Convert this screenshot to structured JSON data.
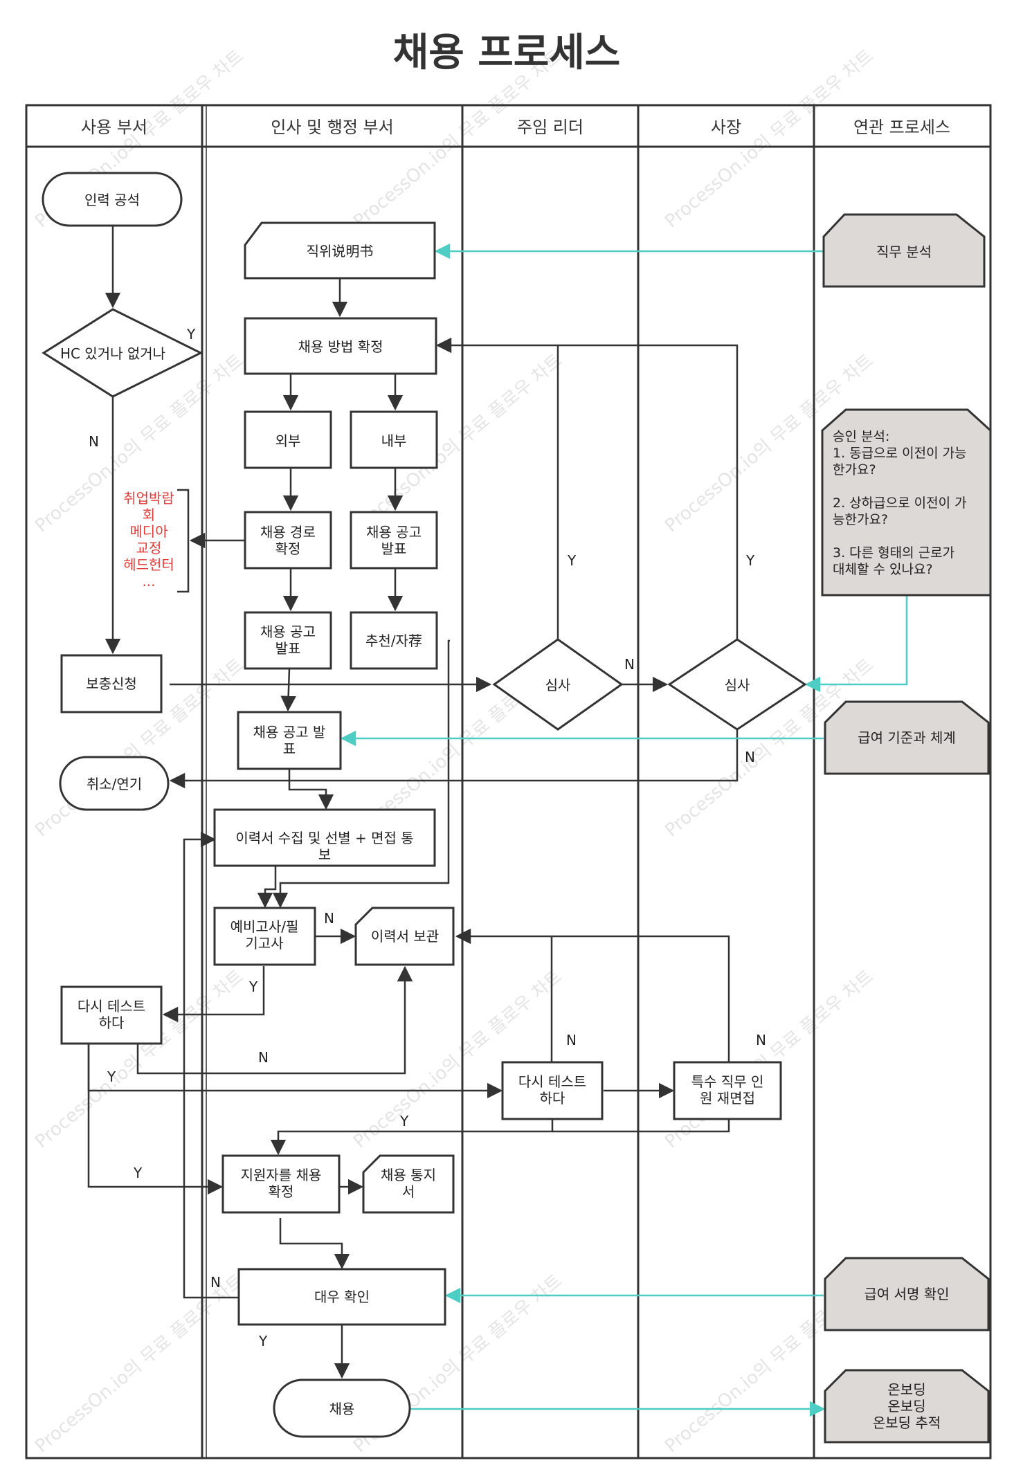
{
  "title": "채용 프로세스",
  "lanes": [
    "사용 부서",
    "인사 및 행정 부서",
    "주임 리더",
    "사장",
    "연관 프로세스"
  ],
  "nodes": {
    "start": "인력 공석",
    "hc_decision": "HC 있거나 없거나",
    "jd": "직위说明书",
    "job_analysis": "직무 분석",
    "method": "채용 방법 확정",
    "external": "외부",
    "internal": "내부",
    "channel": [
      "채용 경로",
      "확정"
    ],
    "internal_post": [
      "채용 공고",
      "발표"
    ],
    "channels_list": [
      "취업박람",
      "회",
      "메디아",
      "교정",
      "헤드헌터",
      "..."
    ],
    "external_post": [
      "채용 공고",
      "발표"
    ],
    "recommend": "추천/자荐",
    "approval_note": [
      "승인 분석:",
      "1. 동급으로 이전이 가능",
      "한가요?",
      "",
      "2. 상하급으로 이전이 가",
      "능한가요?",
      "",
      "3. 다른 형태의 근로가",
      "대체할 수 있나요?"
    ],
    "supplement": "보충신청",
    "review1": "심사",
    "review2": "심사",
    "final_post": [
      "채용 공고 발",
      "표"
    ],
    "salary": "급여 기준과 체계",
    "cancel": "취소/연기",
    "collect": [
      "이력서 수집 및 선별 + 면접 통",
      "보"
    ],
    "pretest": [
      "예비고사/필",
      "기고사"
    ],
    "archive": "이력서 보관",
    "retest1": [
      "다시 테스트",
      "하다"
    ],
    "retest2": [
      "다시 테스트",
      "하다"
    ],
    "special": [
      "특수 직무 인",
      "원 재면접"
    ],
    "confirm": [
      "지원자를 채용",
      "확정"
    ],
    "notice": [
      "채용 통지",
      "서"
    ],
    "offer": "대우 확인",
    "salary_sign": "급여 서명 확인",
    "hire": "채용",
    "onboard": [
      "온보딩",
      "온보딩",
      "온보딩 추적"
    ]
  },
  "edge_labels": {
    "yes": "Y",
    "no": "N"
  },
  "watermark": "ProcessOn.io의 무료 플로우 차트",
  "colors": {
    "line": "#333333",
    "cyan": "#4ecdc4",
    "note_fill": "#dcd9d7",
    "red": "#e53935"
  }
}
